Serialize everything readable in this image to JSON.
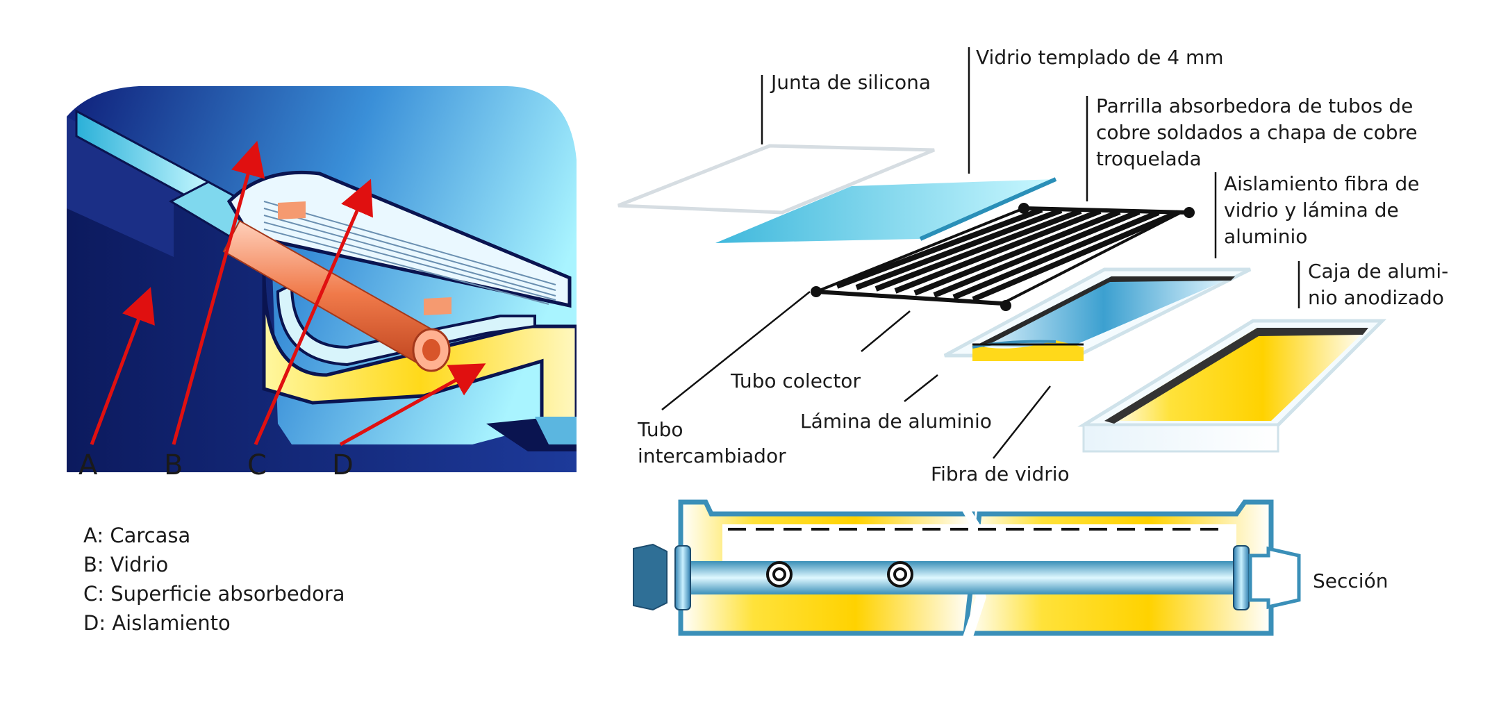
{
  "cutaway": {
    "letters": [
      "A",
      "B",
      "C",
      "D"
    ],
    "legend": [
      "A: Carcasa",
      "B: Vidrio",
      "C: Superficie absorbedora",
      "D: Aislamiento"
    ]
  },
  "exploded": {
    "labels": {
      "junta": "Junta de silicona",
      "vidrio": "Vidrio templado de 4 mm",
      "parrilla_1": "Parrilla absorbedora de tubos de",
      "parrilla_2": "cobre soldados a chapa de cobre",
      "parrilla_3": "troquelada",
      "aislamiento_1": "Aislamiento fibra de",
      "aislamiento_2": "vidrio y lámina de",
      "aislamiento_3": "aluminio",
      "caja_1": "Caja de alumi-",
      "caja_2": "nio anodizado",
      "tubo_colector": "Tubo colector",
      "tubo_inter_1": "Tubo",
      "tubo_inter_2": "intercambiador",
      "lamina": "Lámina de aluminio",
      "fibra": "Fibra de vidrio"
    }
  },
  "section": {
    "label": "Sección"
  },
  "colors": {
    "navy": "#14246e",
    "sky": "#8fe6f7",
    "copper": "#f07a4a",
    "yellow": "#ffd91a",
    "arrow": "#e01010",
    "steel": "#3a8fb8"
  }
}
